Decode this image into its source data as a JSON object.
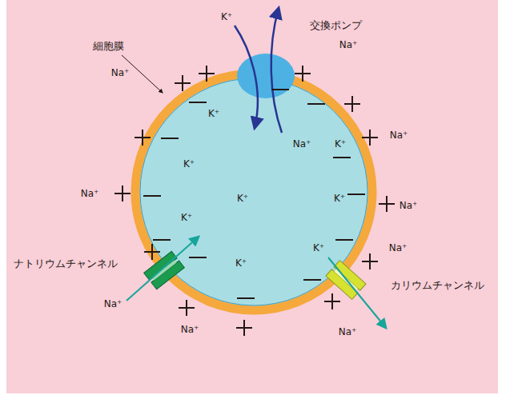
{
  "diagram": {
    "labels": [
      "交換ポンプ",
      "細胞膜",
      "ナトリウムチャンネル",
      "カリウムチャンネル",
      "K⁺",
      "Na⁺",
      "Na⁺",
      "Na⁺",
      "Na⁺",
      "Na⁺",
      "Na⁺",
      "Na⁺",
      "Na⁺",
      "Na⁺",
      "K⁺",
      "Na⁺",
      "K⁺",
      "K⁺",
      "K⁺",
      "K⁺",
      "K⁺",
      "K⁺",
      "K⁺"
    ]
  }
}
